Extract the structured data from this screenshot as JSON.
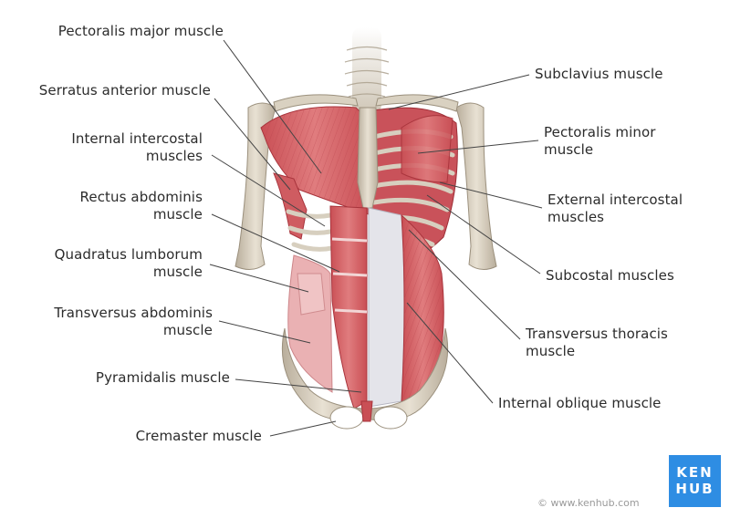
{
  "labels": {
    "pectoralis_major": "Pectoralis major muscle",
    "serratus_anterior": "Serratus anterior muscle",
    "internal_intercostal": [
      "Internal intercostal",
      "muscles"
    ],
    "rectus_abdominis": [
      "Rectus abdominis",
      "muscle"
    ],
    "quadratus_lumborum": [
      "Quadratus lumborum",
      "muscle"
    ],
    "transversus_abdominis": [
      "Transversus abdominis",
      "muscle"
    ],
    "pyramidalis": "Pyramidalis muscle",
    "cremaster": "Cremaster muscle",
    "subclavius": "Subclavius muscle",
    "pectoralis_minor": [
      "Pectoralis minor",
      "muscle"
    ],
    "external_intercostal": [
      "External intercostal",
      "muscles"
    ],
    "subcostal": "Subcostal muscles",
    "transversus_thoracis": [
      "Transversus thoracis",
      "muscle"
    ],
    "internal_oblique": "Internal oblique muscle"
  },
  "logo": {
    "line1": "KEN",
    "line2": "HUB"
  },
  "copyright": "© www.kenhub.com",
  "colors": {
    "muscle": "#d9686c",
    "bone": "#d8d0c0",
    "fascia": "#e6e6ec",
    "logo": "#2e8de3"
  }
}
